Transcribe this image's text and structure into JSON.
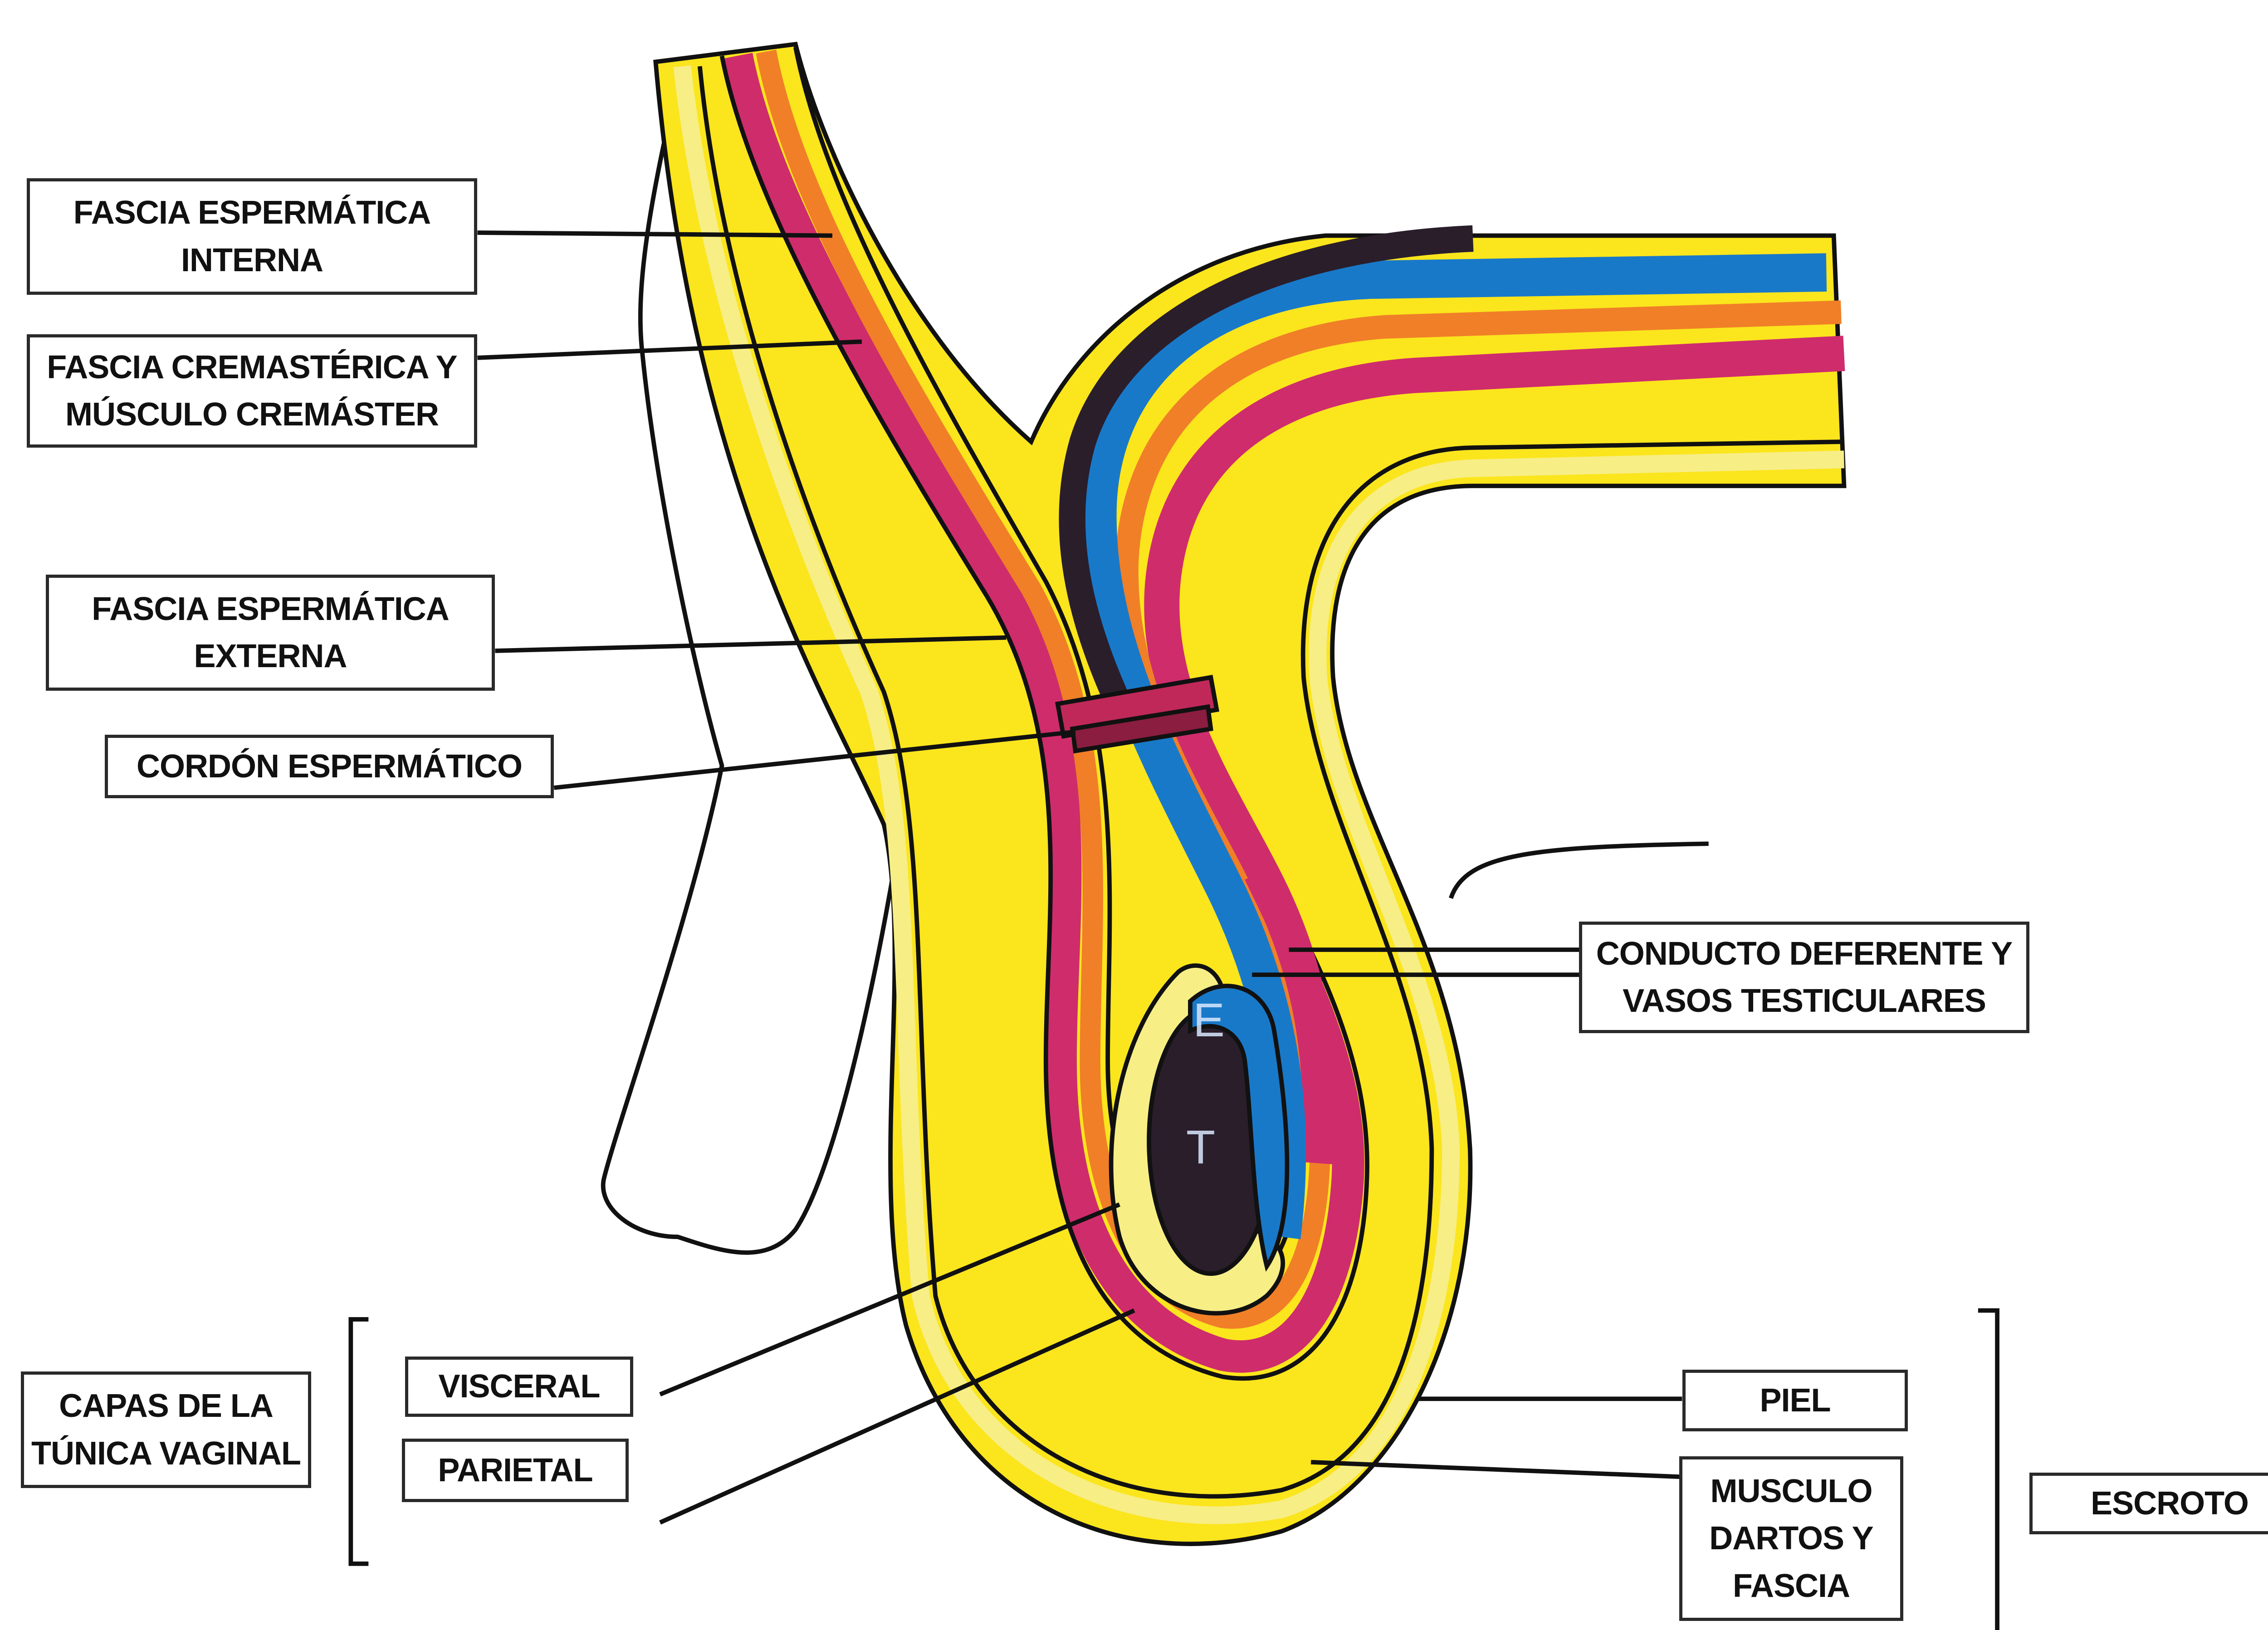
{
  "labels": {
    "fascia_espermatica_interna": "FASCIA ESPERMÁTICA\nINTERNA",
    "fascia_cremasterica": "FASCIA CREMASTÉRICA Y\nMÚSCULO CREMÁSTER",
    "fascia_espermatica_externa": "FASCIA ESPERMÁTICA\nEXTERNA",
    "cordon_espermatico": "CORDÓN ESPERMÁTICO",
    "conducto_deferente": "CONDUCTO DEFERENTE Y\nVASOS TESTICULARES",
    "capas_tunica_vaginal": "CAPAS DE LA\nTÚNICA VAGINAL",
    "visceral": "VISCERAL",
    "parietal": "PARIETAL",
    "piel": "PIEL",
    "musculo_dartos": "MUSCULO\nDARTOS Y\nFASCIA",
    "escroto": "ESCROTO"
  },
  "organ_letters": {
    "epididimo": "E",
    "testiculo": "T"
  },
  "colors": {
    "yellow": "#fbe51d",
    "pale_yellow": "#f7ee86",
    "magenta": "#cf2c6c",
    "orange": "#f07f28",
    "blue": "#1979c9",
    "dark": "#2a1e2b",
    "outline": "#111111"
  }
}
